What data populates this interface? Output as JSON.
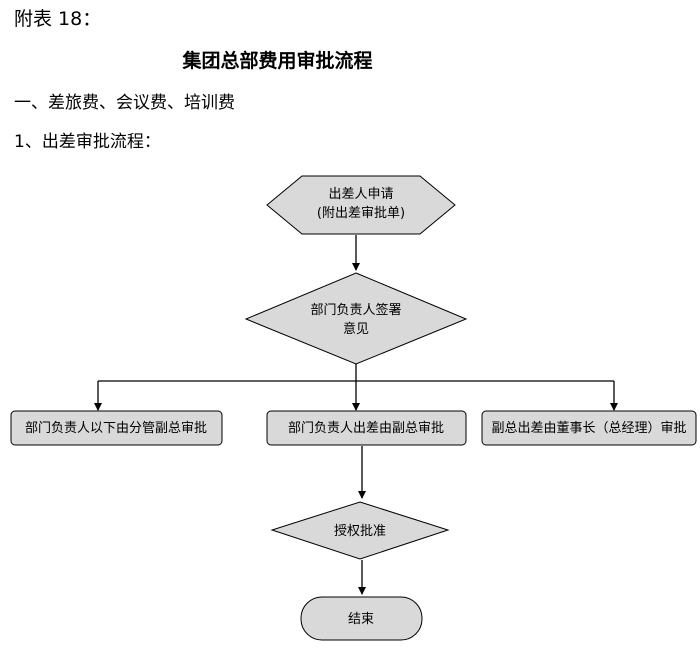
{
  "header": {
    "appendix_label": "附表 18：",
    "title": "集团总部费用审批流程",
    "section_heading": "一、差旅费、会议费、培训费",
    "sub_heading": "1、出差审批流程："
  },
  "flowchart": {
    "start": {
      "line1": "出差人申请",
      "line2": "(附出差审批单)"
    },
    "decision": {
      "line1": "部门负责人签署",
      "line2": "意见"
    },
    "branches": [
      {
        "label": "部门负责人以下由分管副总审批"
      },
      {
        "label": "部门负责人出差由副总审批"
      },
      {
        "label": "副总出差由董事长（总经理）审批"
      }
    ],
    "authorize": {
      "label": "授权批准"
    },
    "end": {
      "label": "结束"
    }
  }
}
